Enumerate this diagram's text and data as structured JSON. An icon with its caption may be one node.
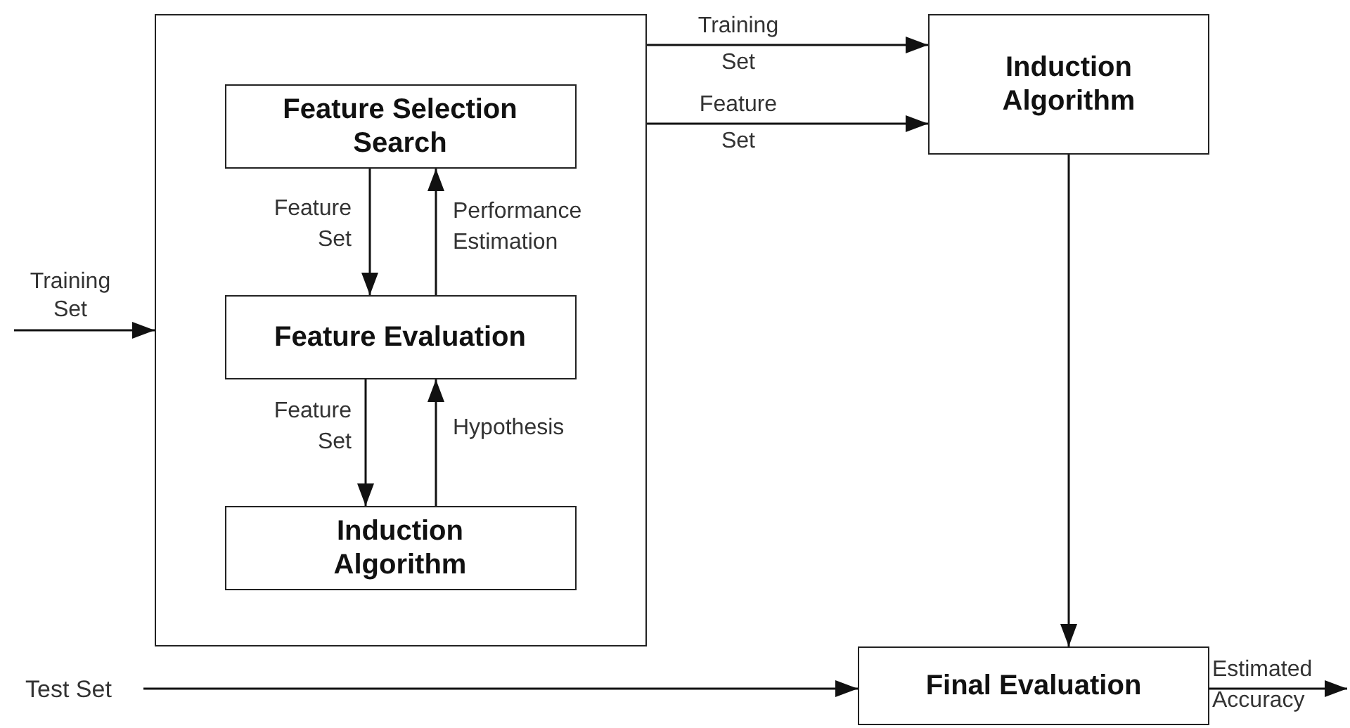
{
  "diagram": {
    "nodes": [
      {
        "text": [],
        "shape": "box"
      },
      {
        "text": [
          "Feature Selection Search"
        ],
        "in": 0
      },
      {
        "text": [
          "Feature Evaluation"
        ],
        "in": 0
      },
      {
        "text": [
          "Induction Algorithm"
        ],
        "in": 0
      },
      {
        "text": [
          "Induction Algorithm"
        ]
      },
      {
        "text": [
          "Final Evaluation"
        ]
      },
      {
        "text": [
          "Test Set"
        ]
      }
    ],
    "edges": [
      {
        "from": null,
        "to": 0,
        "arrow": "to",
        "label": "Training Set"
      },
      {
        "from": 0,
        "to": 4,
        "arrow": "to",
        "label": "Training Set"
      },
      {
        "from": 0,
        "to": 4,
        "arrow": "to",
        "label": "Feature Set"
      },
      {
        "from": 1,
        "to": 2,
        "arrow": "to",
        "label": "Feature Set"
      },
      {
        "from": 2,
        "to": 1,
        "arrow": "to",
        "label": "Performance Estimation"
      },
      {
        "from": 2,
        "to": 3,
        "arrow": "to",
        "label": "Feature Set"
      },
      {
        "from": 3,
        "to": 2,
        "arrow": "to",
        "label": "Hypothesis"
      },
      {
        "from": 4,
        "to": 5,
        "arrow": "to"
      },
      {
        "from": 6,
        "to": 5,
        "arrow": "to"
      },
      {
        "from": 5,
        "to": null,
        "arrow": "to",
        "label": "Estimated Accuracy"
      }
    ]
  }
}
